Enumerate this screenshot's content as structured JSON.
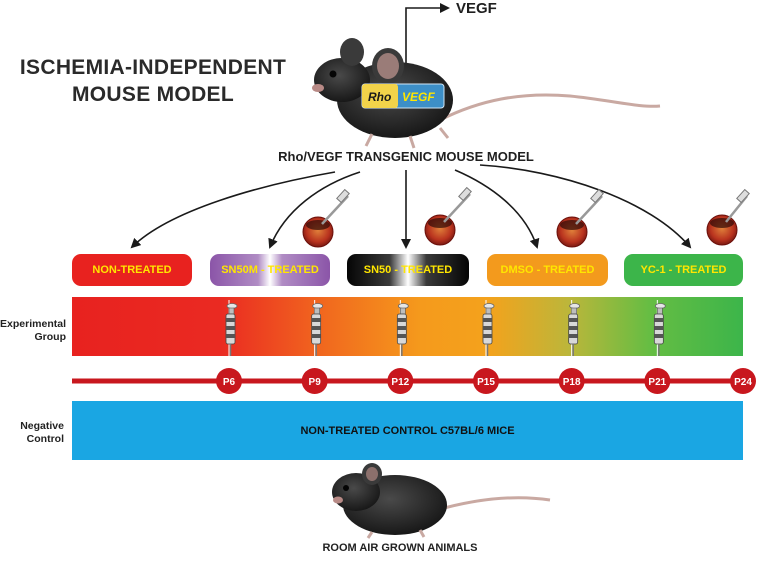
{
  "title": {
    "line1": "ISCHEMIA-INDEPENDENT",
    "line2": "MOUSE MODEL"
  },
  "vegf_label": "VEGF",
  "badge": {
    "left": "Rho",
    "right": "VEGF"
  },
  "model_label": "Rho/VEGF TRANSGENIC MOUSE MODEL",
  "groups": [
    {
      "label": "NON-TREATED",
      "color": "#e8221f"
    },
    {
      "label": "SN50M - TREATED",
      "color": "#8b55a8"
    },
    {
      "label": "SN50 - TREATED",
      "color": "#111111"
    },
    {
      "label": "DMSO - TREATED",
      "color": "#f39a1d"
    },
    {
      "label": "YC-1 - TREATED",
      "color": "#3cb54a"
    }
  ],
  "row_labels": {
    "experimental_line1": "Experimental",
    "experimental_line2": "Group",
    "negative_line1": "Negative",
    "negative_line2": "Control"
  },
  "timepoints": [
    "P6",
    "P9",
    "P12",
    "P15",
    "P18",
    "P21",
    "P24"
  ],
  "control_bar_label": "NON-TREATED CONTROL C57BL/6 MICE",
  "footer_label": "ROOM AIR GROWN ANIMALS",
  "colors": {
    "timeline": "#c8171e",
    "control_bar": "#1aa6e3",
    "group_text": "#ffe600"
  },
  "icons": {
    "mouse_top": "mouse-icon",
    "mouse_bottom": "mouse-icon",
    "eye_injection": "eye-injection-icon",
    "syringe": "syringe-icon"
  }
}
